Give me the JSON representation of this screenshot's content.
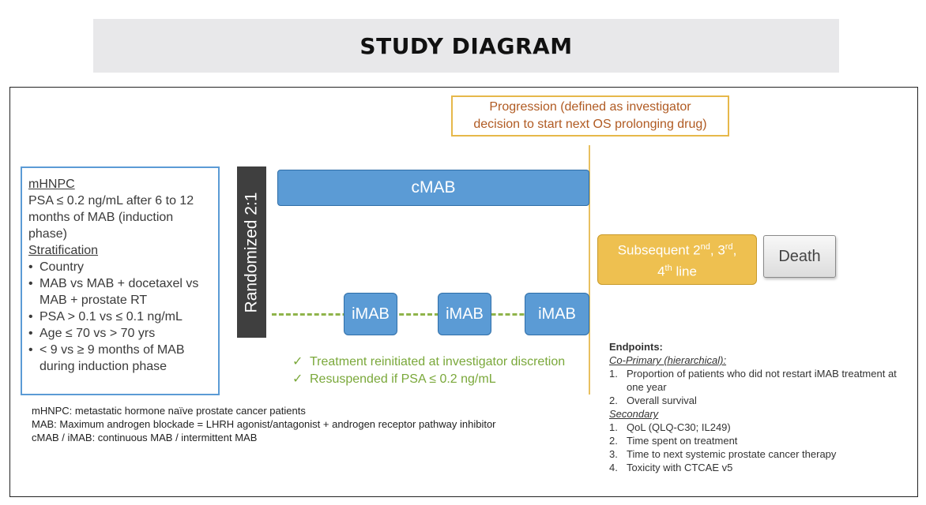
{
  "title": "STUDY DIAGRAM",
  "progression": {
    "line1": "Progression (defined as investigator",
    "line2": "decision to start next OS prolonging drug)"
  },
  "eligibility": {
    "heading": "mHNPC",
    "psa_criterion": "PSA ≤ 0.2 ng/mL after 6 to 12 months of MAB (induction phase)",
    "stratification_label": "Stratification",
    "factors": [
      "Country",
      "MAB vs MAB + docetaxel vs MAB + prostate RT",
      "PSA > 0.1 vs ≤ 0.1 ng/mL",
      "Age ≤ 70 vs > 70 yrs",
      "< 9 vs ≥ 9 months of MAB during induction phase"
    ]
  },
  "randomization": {
    "label": "Randomized 2:1"
  },
  "arms": {
    "continuous": "cMAB",
    "intermittent": [
      "iMAB",
      "iMAB",
      "iMAB"
    ]
  },
  "intermittent_notes": {
    "check_symbol": "✓",
    "items": [
      "Treatment reinitiated at investigator discretion",
      "Resuspended if PSA ≤ 0.2 ng/mL"
    ]
  },
  "subsequent": {
    "prefix": "Subsequent 2",
    "sup1": "nd",
    "mid": ", 3",
    "sup2": "rd",
    "sep": ",",
    "num3": "4",
    "sup3": "th",
    "suffix": " line"
  },
  "death": "Death",
  "endpoints": {
    "heading": "Endpoints:",
    "co_primary_label": "Co-Primary (hierarchical):",
    "co_primary": [
      {
        "num": "1.",
        "text": "Proportion of patients who did not restart iMAB treatment at one year"
      },
      {
        "num": "2.",
        "text": "Overall survival"
      }
    ],
    "secondary_label": "Secondary",
    "secondary": [
      {
        "num": "1.",
        "text": "QoL (QLQ-C30; IL249)"
      },
      {
        "num": "2.",
        "text": "Time spent on treatment"
      },
      {
        "num": "3.",
        "text": "Time to next systemic prostate cancer therapy"
      },
      {
        "num": "4.",
        "text": "Toxicity with CTCAE v5"
      }
    ]
  },
  "footnotes": [
    "mHNPC: metastatic hormone naïve prostate cancer patients",
    "MAB: Maximum androgen blockade = LHRH agonist/antagonist + androgen receptor pathway inhibitor",
    "cMAB / iMAB: continuous MAB / intermittent MAB"
  ],
  "colors": {
    "blue": "#5b9bd5",
    "gold": "#eec050",
    "green": "#8fb44b",
    "dark": "#3f3f3f",
    "progression_text": "#b05a22"
  }
}
